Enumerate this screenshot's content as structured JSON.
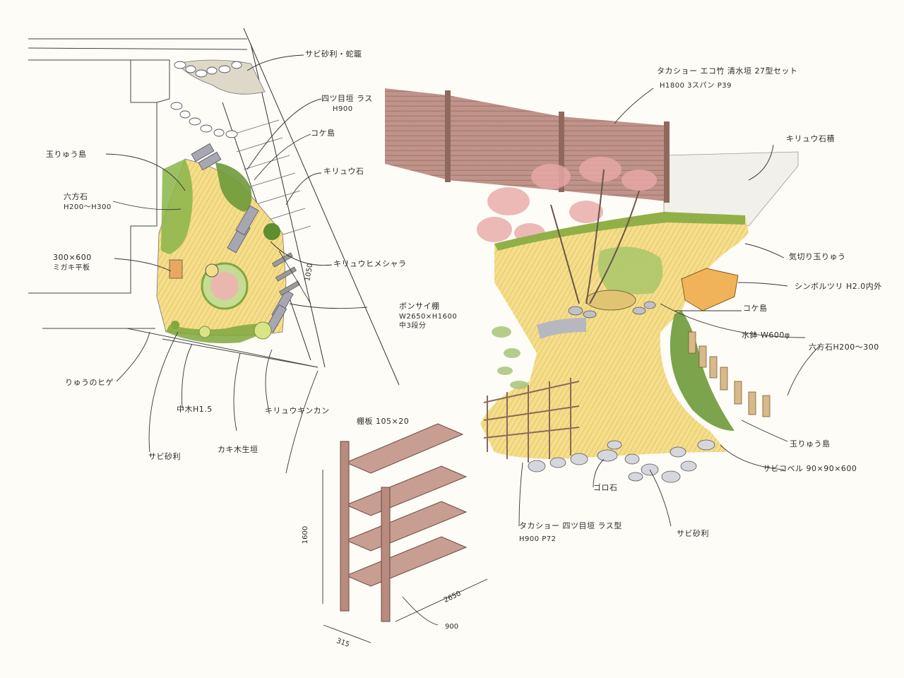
{
  "plan": {
    "sabi_jakotsu_top": "サビ砂利・蛇籠",
    "yotsume_fence": "四ツ目垣 ラス",
    "yotsume_h": "H900",
    "koke_jima": "コケ島",
    "kiryu_ishi": "キリュウ石",
    "tamaryu_jima": "玉りゅう島",
    "rokkouseki": "六方石",
    "rokkouseki_h": "H200〜H300",
    "migaki_size": "300×600",
    "migaki_label": "ミガキ平板",
    "kiryu_himeshara": "キリュウヒメシャラ",
    "bonsai_rack": "ボンサイ棚",
    "bonsai_size": "W2650×H1600",
    "bonsai_count": "中3段分",
    "ryu_no_hige": "りゅうのヒゲ",
    "chuboku": "中木H1.5",
    "kaki_gyoku": "カキ木生垣",
    "kiryu_kinkan": "キリュウキンカン",
    "sabi_jari": "サビ砂利",
    "dim_1050": "1050"
  },
  "perspective": {
    "takasho_fence": "タカショー エコ竹 清水垣 27型セット",
    "takasho_fence_sub": "H1800 3スパン P39",
    "kiryu_sekiheki": "キリュウ石積",
    "tamaryu_wide": "気切り玉りゅう",
    "shinbokuri": "シンボルツリ H2.0内外",
    "koke_jima": "コケ島",
    "suibachi": "水鉢 W600φ",
    "rokkouseki": "六方石H200〜300",
    "tamaryu_jima": "玉りゅう島",
    "sabi_koberu": "サビコベル 90×90×600",
    "takasho_yotsume": "タカショー 四ツ目垣 ラス型",
    "takasho_yotsume_sub": "H900 P72",
    "goro_ishi": "ゴロ石",
    "sabi_jari": "サビ砂利"
  },
  "rack": {
    "tanaita": "棚板 105×20",
    "h_1600": "1600",
    "w_2650": "2650",
    "d_315": "315",
    "d_900": "900"
  },
  "colors": {
    "paving": "#f3dc84",
    "moss": "#7fa83e",
    "fence": "#b98a7e",
    "stone": "#9a9a9a",
    "pink": "#e9a9a7",
    "ink": "#2a2a2a"
  }
}
